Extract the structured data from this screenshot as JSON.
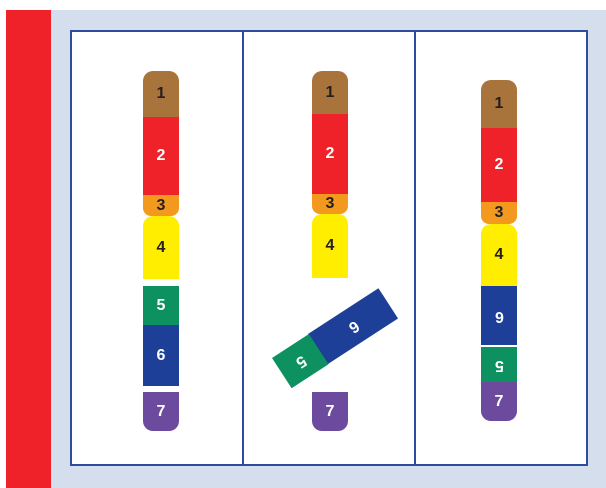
{
  "colors": {
    "brown": "#a8743c",
    "red": "#ee2228",
    "orange": "#f39a1e",
    "yellow": "#ffee00",
    "green": "#0e9160",
    "blue": "#1e3f97",
    "purple": "#6c4a9d",
    "frame": "#2e4c9e",
    "background": "#d4deec",
    "side_bar": "#ee2228"
  },
  "panels": [
    {
      "segments": [
        {
          "label": "1",
          "color": "brown"
        },
        {
          "label": "2",
          "color": "red"
        },
        {
          "label": "3",
          "color": "orange"
        },
        {
          "label": "4",
          "color": "yellow"
        },
        {
          "label": "5",
          "color": "green"
        },
        {
          "label": "6",
          "color": "blue"
        },
        {
          "label": "7",
          "color": "purple"
        }
      ]
    },
    {
      "segments": [
        {
          "label": "1",
          "color": "brown"
        },
        {
          "label": "2",
          "color": "red"
        },
        {
          "label": "3",
          "color": "orange"
        },
        {
          "label": "4",
          "color": "yellow"
        },
        {
          "label": "6",
          "color": "blue"
        },
        {
          "label": "5",
          "color": "green"
        },
        {
          "label": "7",
          "color": "purple"
        }
      ]
    },
    {
      "segments": [
        {
          "label": "1",
          "color": "brown"
        },
        {
          "label": "2",
          "color": "red"
        },
        {
          "label": "3",
          "color": "orange"
        },
        {
          "label": "4",
          "color": "yellow"
        },
        {
          "label": "6",
          "color": "blue"
        },
        {
          "label": "5",
          "color": "green"
        },
        {
          "label": "7",
          "color": "purple"
        }
      ]
    }
  ]
}
